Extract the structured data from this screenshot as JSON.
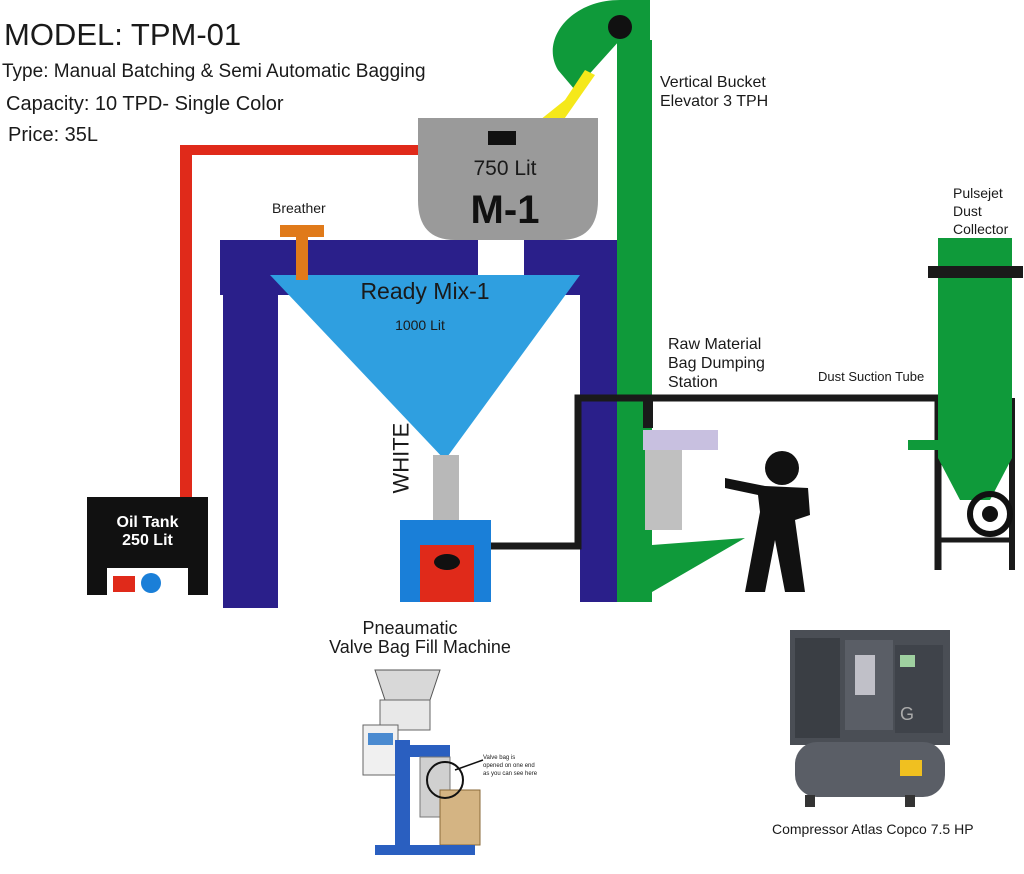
{
  "header": {
    "model": "MODEL: TPM-01",
    "type": "Type: Manual Batching & Semi Automatic Bagging",
    "capacity": "Capacity: 10 TPD- Single Color",
    "price": "Price: 35L"
  },
  "labels": {
    "elevator_line1": "Vertical Bucket",
    "elevator_line2": "Elevator 3 TPH",
    "breather": "Breather",
    "mixer_capacity": "750 Lit",
    "mixer_name": "M-1",
    "readymix_name": "Ready Mix-1",
    "readymix_capacity": "1000 Lit",
    "white": "WHITE",
    "oil_tank_line1": "Oil Tank",
    "oil_tank_line2": "250 Lit",
    "station_line1": "Raw Material",
    "station_line2": "Bag Dumping",
    "station_line3": "Station",
    "suction_tube": "Dust Suction Tube",
    "collector_line1": "Pulsejet",
    "collector_line2": "Dust",
    "collector_line3": "Collector",
    "filler_line1": "Pneaumatic",
    "filler_line2": "Valve Bag Fill Machine",
    "compressor": "Compressor Atlas Copco 7.5 HP",
    "photo_callout_line1": "Valve bag is",
    "photo_callout_line2": "opened on one end",
    "photo_callout_line3": "as you can see here"
  },
  "colors": {
    "frame": "#2a1f8a",
    "elevator": "#0f9a3a",
    "pipe_red": "#e02a1a",
    "hopper": "#2f9fe0",
    "mixer": "#9a9a9a",
    "breather": "#e07a1a",
    "tube": "#1a1a1a",
    "chute": "#f5e81a",
    "filler": "#1a7fd8",
    "filler_door": "#e02a1a",
    "station_tray": "#c8c0e0"
  }
}
